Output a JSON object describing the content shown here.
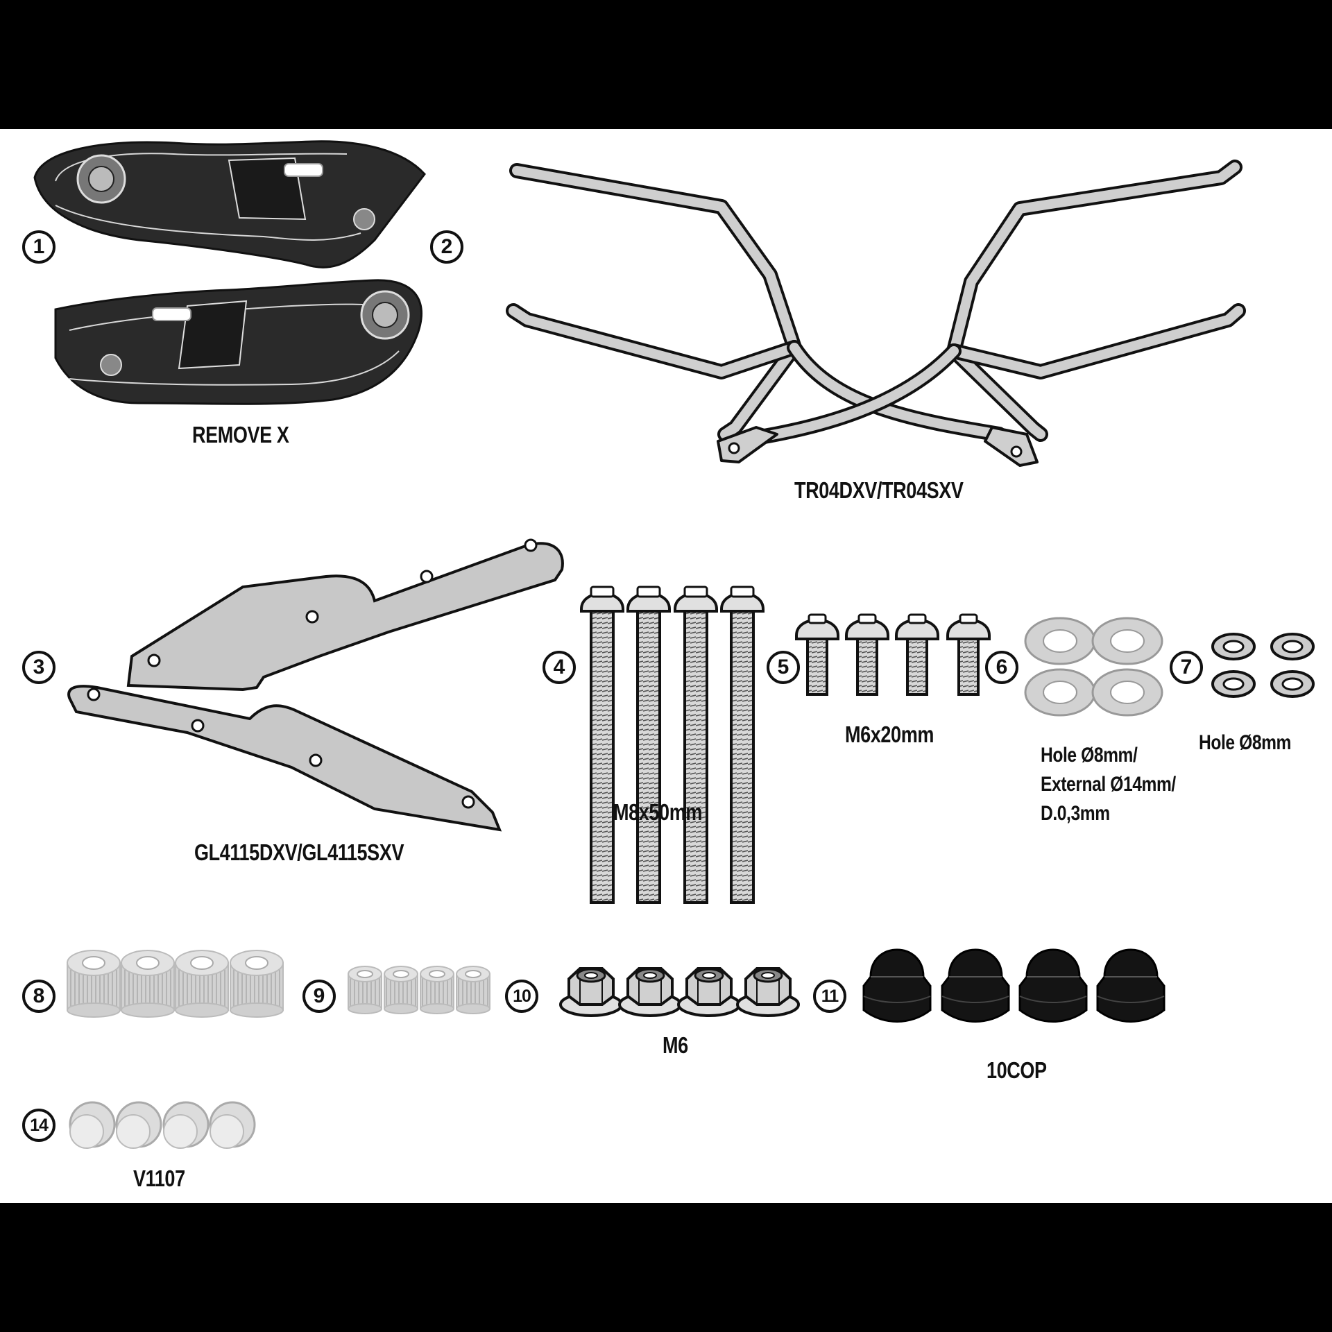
{
  "parts": [
    {
      "number": "1",
      "label": ""
    },
    {
      "number": "2",
      "label": "REMOVE X"
    },
    {
      "number": "",
      "label": "TR04DXV/TR04SXV"
    },
    {
      "number": "3",
      "label": "GL4115DXV/GL4115SXV"
    },
    {
      "number": "4",
      "label": "M8x50mm"
    },
    {
      "number": "5",
      "label": "M6x20mm"
    },
    {
      "number": "6",
      "label": "Hole Ø8mm/\nExternal Ø14mm/\nD.0,3mm"
    },
    {
      "number": "7",
      "label": "Hole Ø8mm"
    },
    {
      "number": "8",
      "label": ""
    },
    {
      "number": "9",
      "label": ""
    },
    {
      "number": "10",
      "label": "M6"
    },
    {
      "number": "11",
      "label": "10COP"
    },
    {
      "number": "14",
      "label": "V1107"
    }
  ],
  "colors": {
    "background": "#000000",
    "sheet": "#ffffff",
    "ink": "#111111",
    "metal": "#cfcfcf",
    "dark_part": "#2a2a2a",
    "cap": "#141414"
  }
}
